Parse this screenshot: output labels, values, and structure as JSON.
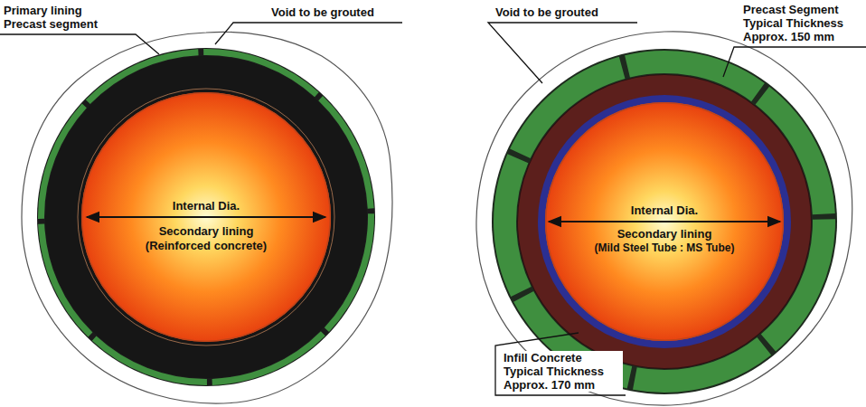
{
  "diagram": {
    "nodes": [
      {
        "text": [
          "Internal Dia.",
          "Secondary lining",
          "(Reinforced concrete)"
        ]
      },
      {
        "text": [
          "Internal Dia.",
          "Secondary lining",
          "(Mild Steel Tube : MS Tube)"
        ]
      }
    ],
    "labels": [
      "Primary lining Precast segment",
      "Void to be grouted",
      "Void to be grouted",
      "Precast Segment Typical Thickness Approx. 150 mm",
      "Infill Concrete Typical Thickness Approx. 170 mm"
    ]
  }
}
